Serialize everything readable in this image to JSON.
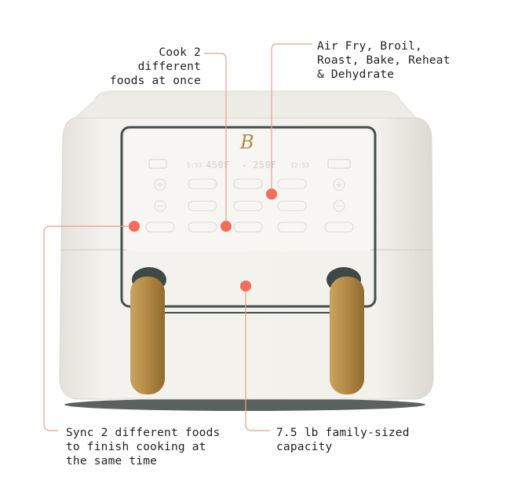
{
  "callouts": {
    "cook_two": "Cook 2 different\nfoods at once",
    "modes": "Air Fry, Broil,\nRoast, Bake, Reheat\n& Dehydrate",
    "sync": "Sync 2 different foods\nto finish cooking at\nthe same time",
    "capacity": "7.5 lb family-sized\ncapacity"
  },
  "appliance": {
    "brand_logo": "B",
    "display_left": "450F",
    "display_right": "250F",
    "time_left": "5:53",
    "time_right": "12:53"
  },
  "colors": {
    "body": "#f1efe9",
    "body_shadow": "#dedbd3",
    "panel_border": "#3f4b47",
    "handle_gold": "#b68d4e",
    "accent_dot": "#f26d5b",
    "leader_line": "#e8a08f"
  }
}
